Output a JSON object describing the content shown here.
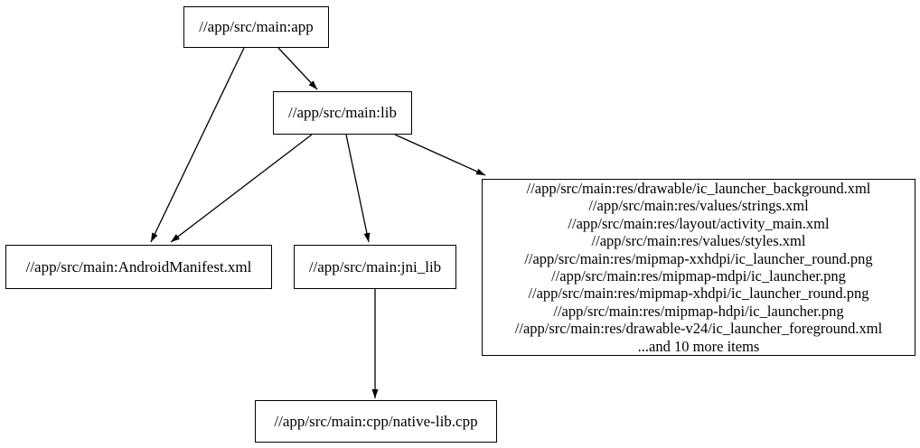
{
  "graph": {
    "type": "directed-dependency-graph",
    "colors": {
      "background": "#ffffff",
      "node_border": "#000000",
      "node_fill": "#ffffff",
      "edge": "#000000",
      "text": "#000000"
    },
    "nodes": {
      "app": {
        "label": "//app/src/main:app"
      },
      "lib": {
        "label": "//app/src/main:lib"
      },
      "manifest": {
        "label": "//app/src/main:AndroidManifest.xml"
      },
      "jni_lib": {
        "label": "//app/src/main:jni_lib"
      },
      "native_lib": {
        "label": "//app/src/main:cpp/native-lib.cpp"
      },
      "res_group": {
        "lines": [
          "//app/src/main:res/drawable/ic_launcher_background.xml",
          "//app/src/main:res/values/strings.xml",
          "//app/src/main:res/layout/activity_main.xml",
          "//app/src/main:res/values/styles.xml",
          "//app/src/main:res/mipmap-xxhdpi/ic_launcher_round.png",
          "//app/src/main:res/mipmap-mdpi/ic_launcher.png",
          "//app/src/main:res/mipmap-xhdpi/ic_launcher_round.png",
          "//app/src/main:res/mipmap-hdpi/ic_launcher.png",
          "//app/src/main:res/drawable-v24/ic_launcher_foreground.xml",
          "...and 10 more items"
        ]
      }
    },
    "edges": [
      {
        "from": "app",
        "to": "lib"
      },
      {
        "from": "app",
        "to": "manifest"
      },
      {
        "from": "lib",
        "to": "manifest"
      },
      {
        "from": "lib",
        "to": "jni_lib"
      },
      {
        "from": "lib",
        "to": "res_group"
      },
      {
        "from": "jni_lib",
        "to": "native_lib"
      }
    ]
  }
}
